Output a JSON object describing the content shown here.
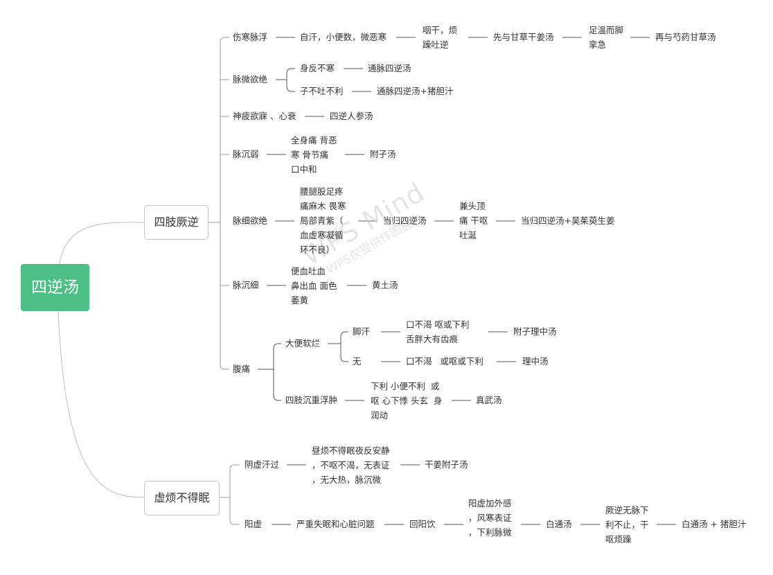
{
  "mindmap": {
    "root": "四逆汤",
    "branch_limbs": "四肢厥逆",
    "branch_insomnia": "虚烦不得眠",
    "watermark": {
      "line1": "WPS Mind",
      "line2": "WPS仅提供作图能力"
    },
    "r1": {
      "symptom": "伤寒脉浮",
      "s2": "自汗，小便数，微恶寒",
      "s3": "咽干，烦\n躁吐逆",
      "s4": "先与甘草干姜汤",
      "s5": "足温而脚\n挛急",
      "s6": "再与芍药甘草汤"
    },
    "r2": {
      "symptom": "脉微欲绝",
      "a1": "身反不寒",
      "a2": "通脉四逆汤",
      "b1": "子不吐不利",
      "b2": "通脉四逆汤+猪胆汁"
    },
    "r3": {
      "symptom": "神疲欲寐 、心衰",
      "s2": "四逆人参汤"
    },
    "r4": {
      "symptom": "脉沉弱",
      "s2": "全身痛 背恶\n寒 骨节痛\n口中和",
      "s3": "附子汤"
    },
    "r5": {
      "symptom": "脉细欲绝",
      "s2": "腰腿股足疼\n痛麻木 畏寒\n局部青紫（\n血虚寒凝循\n环不良）",
      "s3": "当归四逆汤",
      "s4": "兼头顶\n痛 干呕\n吐涎",
      "s5": "当归四逆汤+吴茱萸生姜"
    },
    "r6": {
      "symptom": "脉沉细",
      "s2": "便血吐血\n鼻出血 面色\n萎黄",
      "s3": "黄土汤"
    },
    "r7": {
      "symptom": "腹痛",
      "loose": "大便软烂",
      "sweat": "脚汗",
      "sweat_sign": "口不渴 呕或下利\n舌胖大有齿痕",
      "sweat_rx": "附子理中汤",
      "none": "无",
      "none_sign": "口不渴   或呕或下利",
      "none_rx": "理中汤",
      "edema": "四肢沉重浮肿",
      "edema_sign": "下利 小便不利  或\n呕 心下悸 头玄  身\n润动",
      "edema_rx": "真武汤"
    },
    "r8": {
      "symptom": "阴虚汗过",
      "s2": "昼烦不得眠夜反安静\n，不呕不渴，无表证\n，无大热，脉沉微",
      "s3": "干姜附子汤"
    },
    "r9": {
      "symptom": "阳虚",
      "s2": "严重失眠和心脏问题",
      "s3": "回阳饮",
      "s4": "阳虚加外感\n，风寒表证\n，下利脉微",
      "s5": "白通汤",
      "s6": "厥逆无脉下\n利不止，干\n呕烦躁",
      "s7": "白通汤 + 猪胆汁"
    }
  }
}
